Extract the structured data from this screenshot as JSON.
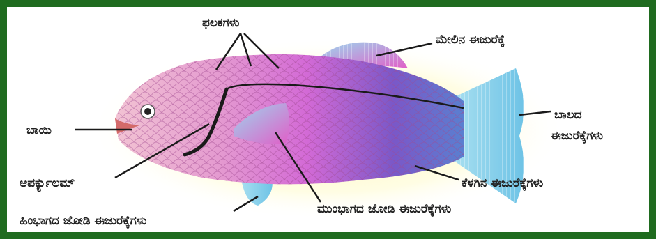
{
  "labels": {
    "scales": "ಫಲಕಗಳು",
    "dorsal_fin": "ಮೇಲಿನ ಈಜುರೆಕ್ಕೆ",
    "mouth": "ಬಾಯಿ",
    "caudal_fin_line1": "ಬಾಲದ",
    "caudal_fin_line2": "ಈಜುರೆಕ್ಕೆಗಳು",
    "operculum": "ಆಪರ್ಕ್ಯುಲಮ್",
    "anal_fin": "ಕೆಳಗಿನ ಈಜುರೆಕ್ಕೆಗಳು",
    "pelvic_fins": "ಹಿಂಭಾಗದ ಜೋಡಿ ಈಜುರೆಕ್ಕೆಗಳು",
    "pectoral_fins": "ಮುಂಭಾಗದ ಜೋಡಿ ಈಜುರೆಕ್ಕೆಗಳು"
  },
  "colors": {
    "frame": "#1f6b1f",
    "body_front": "#f0b6cf",
    "body_mid": "#d76bd0",
    "body_back": "#6b4cc0",
    "fin_blue": "#8ccfe8",
    "glow": "#fffbb0"
  }
}
